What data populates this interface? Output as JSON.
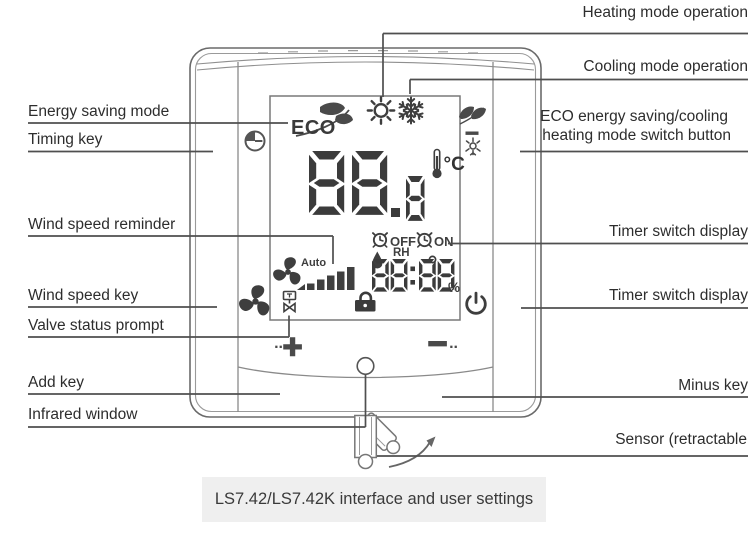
{
  "title_caption": "LS7.42/LS7.42K interface and user settings",
  "labels": {
    "left": [
      "Energy saving mode",
      "Timing key",
      "Wind speed reminder",
      "Wind speed key",
      "Valve status prompt",
      "Add key",
      "Infrared window"
    ],
    "right": [
      "Heating mode operation",
      "Cooling mode operation",
      "ECO energy saving/cooling",
      "heating mode switch button",
      "Timer switch display",
      "Timer switch display",
      "Minus key",
      "Sensor (retractable"
    ]
  },
  "display": {
    "eco": "ECO",
    "temperature": "88.8",
    "unit": "°C",
    "timer_off": "OFF",
    "timer_on": "ON",
    "humidity": "RH",
    "time": "88:88",
    "percent": "%",
    "fan_auto": "Auto"
  },
  "keys": {
    "add": "+",
    "minus": "−",
    "add_dots": "··",
    "minus_dots": "··"
  }
}
